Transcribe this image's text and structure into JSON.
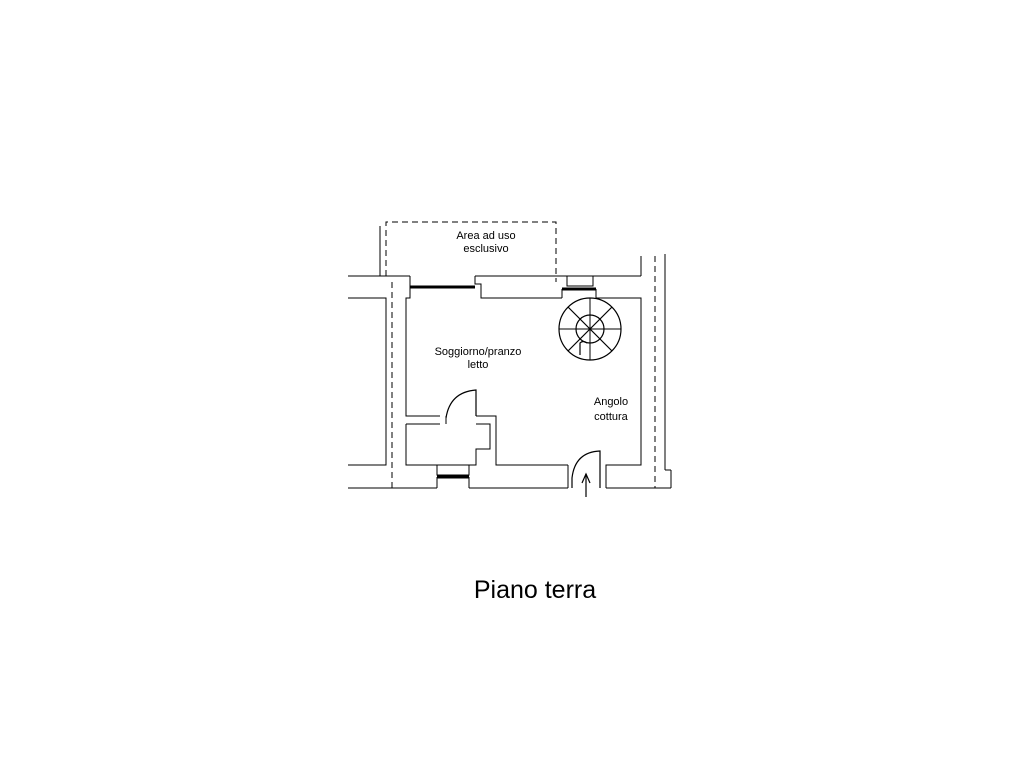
{
  "plan": {
    "title": "Piano terra",
    "rooms": {
      "exclusive_area": [
        "Area ad uso",
        "esclusivo"
      ],
      "living_room": [
        "Soggiorno/pranzo",
        "letto"
      ],
      "corner": [
        "Angolo",
        "cottura"
      ]
    },
    "line_color": "#000000",
    "background_color": "#ffffff"
  }
}
